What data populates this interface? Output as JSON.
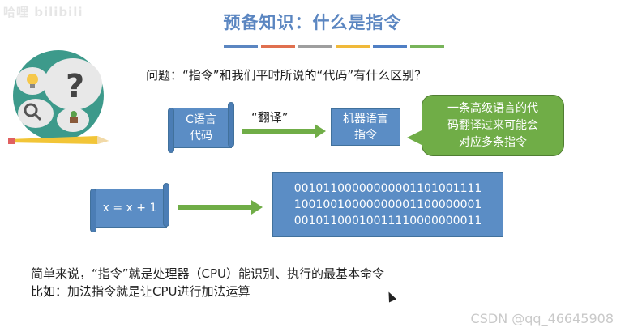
{
  "watermark_top_left": "哈哩 bilibili",
  "title": "预备知识：什么是指令",
  "title_bar_colors": [
    "#5b86c1",
    "#e0704f",
    "#9e9e9e",
    "#f0b93a",
    "#4f7fc4",
    "#78b45a"
  ],
  "question": "问题：“指令”和我们平时所说的“代码”有什么区别？",
  "c_code_label_line1": "C语言",
  "c_code_label_line2": "代码",
  "translate_label": "“翻译”",
  "machine_code_line1": "机器语言",
  "machine_code_line2": "指令",
  "callout_line1": "一条高级语言的代",
  "callout_line2": "码翻译过来可能会",
  "callout_line3": "对应多条指令",
  "statement": "x = x + 1",
  "binary_lines": [
    "00101100000000001101001111",
    "10010010000000001100000001",
    "00101100010011110000000011"
  ],
  "summary_line1": "简单来说，“指令”就是处理器（CPU）能识别、执行的最基本命令",
  "summary_line2": "比如：加法指令就是让CPU进行加法运算",
  "csdn_watermark": "CSDN @qq_46645908",
  "colors": {
    "blue_box": "#5b8dc5",
    "green": "#70ad47",
    "title": "#5b86c1"
  }
}
